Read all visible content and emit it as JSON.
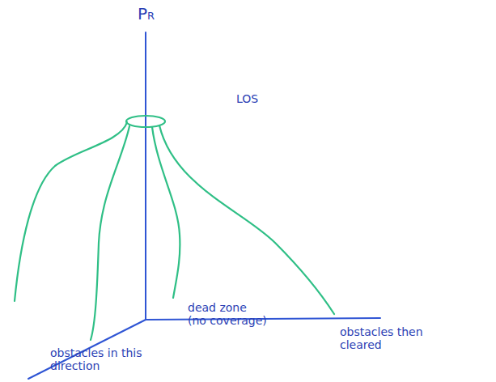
{
  "diagram": {
    "labels": [
      "PR",
      "LOS",
      "obstacles then cleared",
      "dead zone (no coverage)",
      "obstacles in this direction"
    ]
  }
}
